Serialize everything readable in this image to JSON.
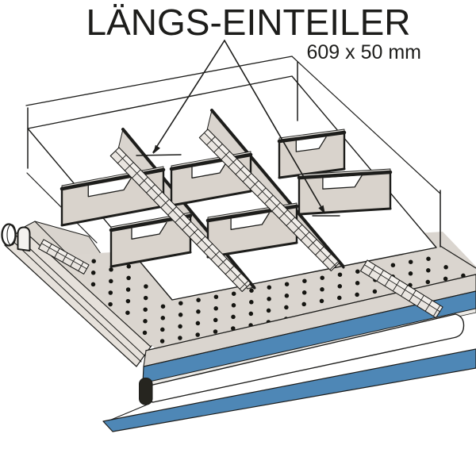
{
  "title": "LÄNGS-EINTEILER",
  "dimension": "609 x 50 mm",
  "parts": {
    "divider_panel": "laengs-einteiler-panel",
    "slot_wall": "schlitzwand-slot-wall",
    "drawer": "drawer-with-perforated-base"
  },
  "colors": {
    "ink": "#1d1d1b",
    "panel": "#d9d3cc",
    "panel_top": "#eeebe6",
    "strip": "#e9e5e0",
    "strip_top": "#f2efeb",
    "strip_front": "#d3cdc6",
    "plate": "#dad5cf",
    "rail": "#e6e1db",
    "rail_top": "#dcd7d0",
    "wall_band": "#d9d4ce",
    "blue": "#4e87b6",
    "cap_dark": "#26251f",
    "background": "#ffffff"
  }
}
